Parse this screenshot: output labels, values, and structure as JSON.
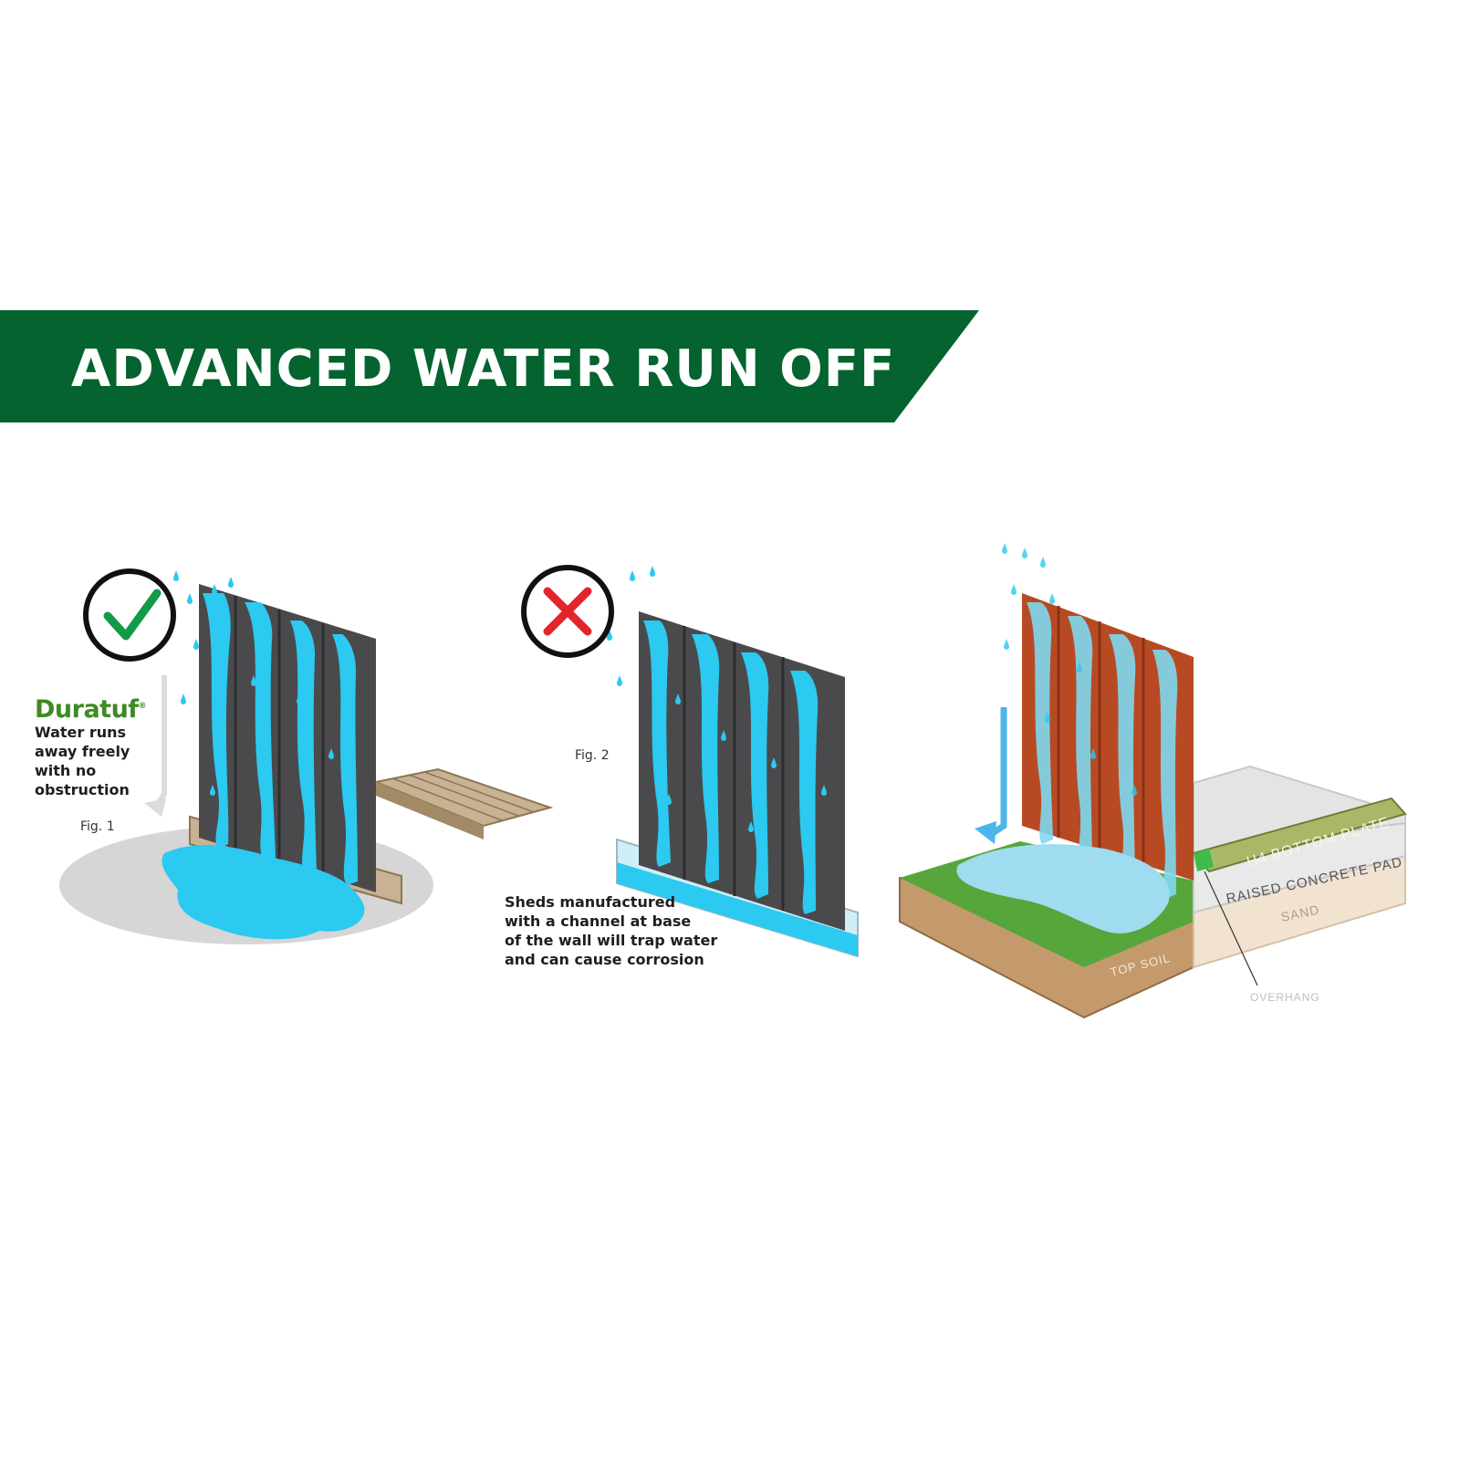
{
  "banner": {
    "title": "ADVANCED WATER RUN OFF",
    "color": "#04632f"
  },
  "panel_good": {
    "brand": "Duratuf",
    "brand_mark": "®",
    "caption_lines": [
      "Water runs",
      "away freely",
      "with no",
      "obstruction"
    ],
    "figure_label": "Fig. 1",
    "status_icon": "check-icon",
    "status_color": "#129a47"
  },
  "panel_bad": {
    "caption_lines": [
      "Sheds manufactured",
      "with a channel at base",
      "of the wall will trap water",
      "and can cause corrosion"
    ],
    "figure_label": "Fig. 2",
    "status_icon": "cross-icon",
    "status_color": "#e3242b"
  },
  "panel_section": {
    "labels": {
      "bottom_plate": "H4 BOTTOM PLATE",
      "concrete_pad": "RAISED CONCRETE PAD",
      "sand": "SAND",
      "top_soil": "TOP SOIL",
      "overhang": "OVERHANG"
    }
  },
  "colors": {
    "water": "#2cc9f0",
    "wall_dark": "#4a4a4c",
    "wall_red": "#b84a23",
    "grass": "#56a63b",
    "soil": "#c49a6c",
    "timber": "#c9b293"
  }
}
